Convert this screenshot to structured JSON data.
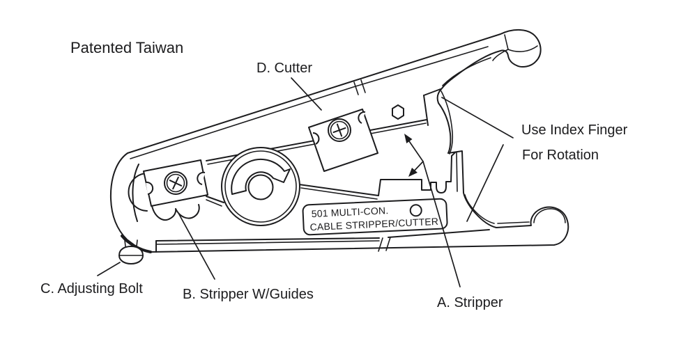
{
  "diagram": {
    "note": "Patented Taiwan",
    "device_label_line1": "501 MULTI-CON.",
    "device_label_line2": "CABLE STRIPPER/CUTTER",
    "callout_a": "A. Stripper",
    "callout_b": "B. Stripper W/Guides",
    "callout_c": "C. Adjusting Bolt",
    "callout_d": "D. Cutter",
    "rotation_note_line1": "Use Index Finger",
    "rotation_note_line2": "For Rotation",
    "colors": {
      "line": "#1c1c1e",
      "background": "#ffffff"
    }
  }
}
